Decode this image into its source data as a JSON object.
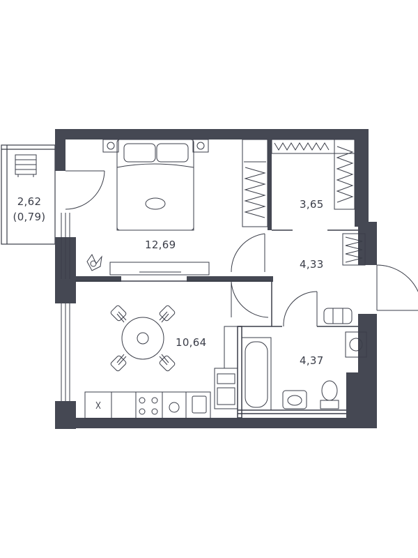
{
  "rooms": {
    "balcony": {
      "area": "2,62",
      "reduced_area": "(0,79)"
    },
    "bedroom": {
      "area": "12,69"
    },
    "closet": {
      "area": "3,65"
    },
    "hallway": {
      "area": "4,33"
    },
    "kitchen_living": {
      "area": "10,64"
    },
    "bathroom": {
      "area": "4,37"
    }
  },
  "colors": {
    "wall": "#454853",
    "line": "#3a3d48",
    "background": "#ffffff"
  }
}
